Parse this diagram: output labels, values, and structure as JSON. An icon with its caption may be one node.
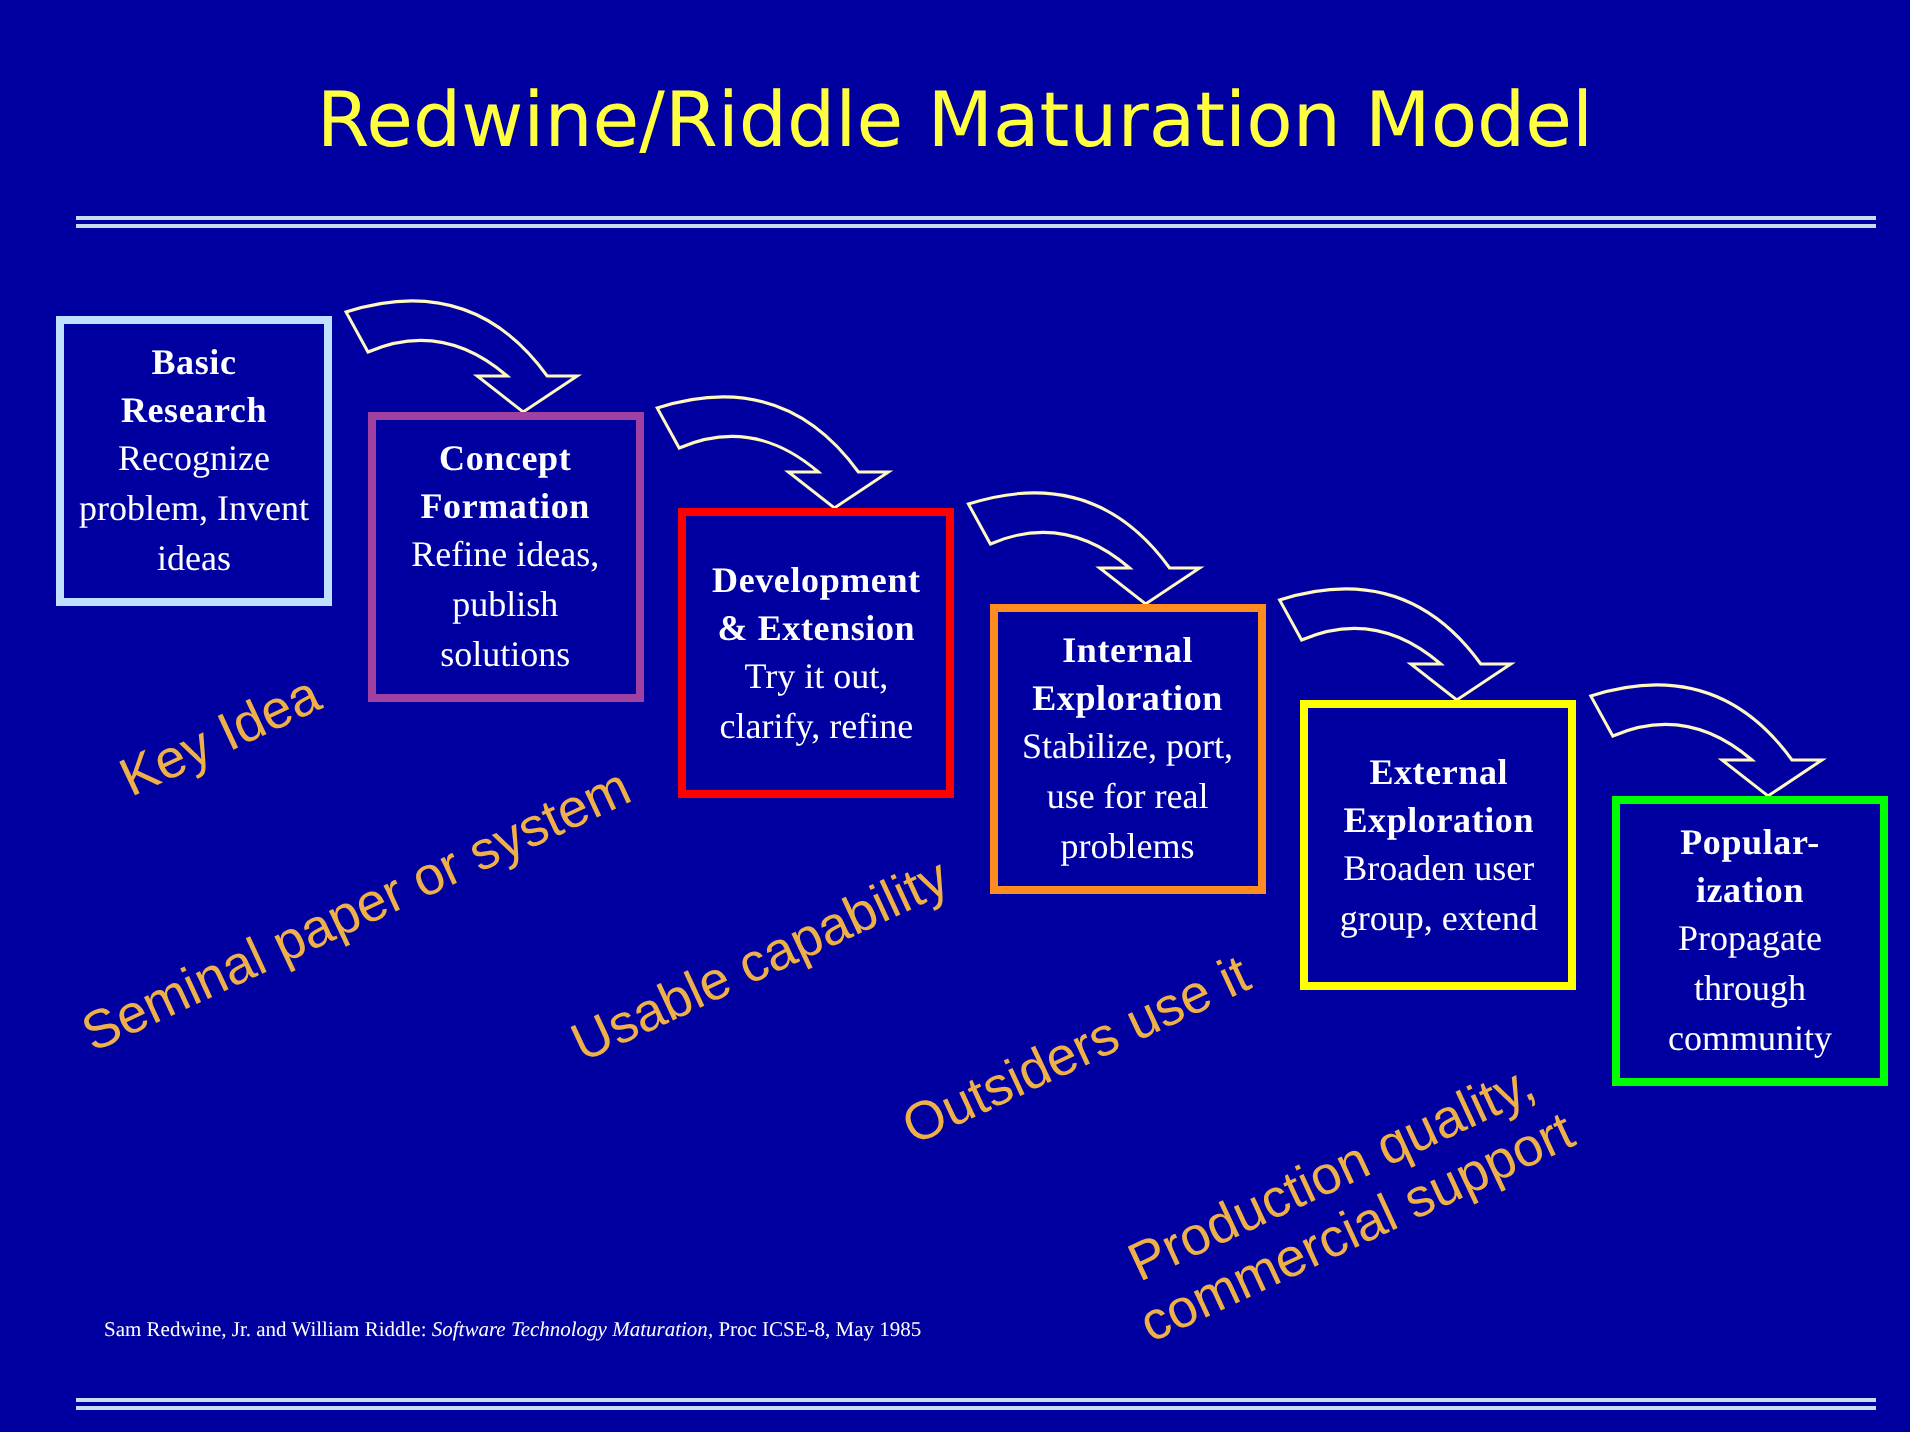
{
  "diagram": {
    "title": "Redwine/Riddle Maturation Model",
    "nodes": [
      {
        "text": [
          "Basic Research",
          "Recognize problem, Invent ideas"
        ]
      },
      {
        "text": [
          "Concept Formation",
          "Refine ideas, publish solutions"
        ]
      },
      {
        "text": [
          "Development & Extension",
          "Try it out, clarify, refine"
        ]
      },
      {
        "text": [
          "Internal Exploration",
          "Stabilize, port, use for real problems"
        ]
      },
      {
        "text": [
          "External Exploration",
          "Broaden user group, extend"
        ]
      },
      {
        "text": [
          "Popular-ization",
          "Propagate through community"
        ]
      }
    ],
    "edges": [
      {
        "from": 0,
        "to": 1,
        "arrow": "to"
      },
      {
        "from": 1,
        "to": 2,
        "arrow": "to"
      },
      {
        "from": 2,
        "to": 3,
        "arrow": "to"
      },
      {
        "from": 3,
        "to": 4,
        "arrow": "to"
      },
      {
        "from": 4,
        "to": 5,
        "arrow": "to"
      }
    ],
    "labels": [
      "Key Idea",
      "Seminal paper or system",
      "Usable capability",
      "Outsiders use it",
      "Production quality, commercial support",
      "Sam Redwine, Jr. and William Riddle: *Software Technology Maturation*, Proc ICSE-8, May 1985"
    ]
  }
}
